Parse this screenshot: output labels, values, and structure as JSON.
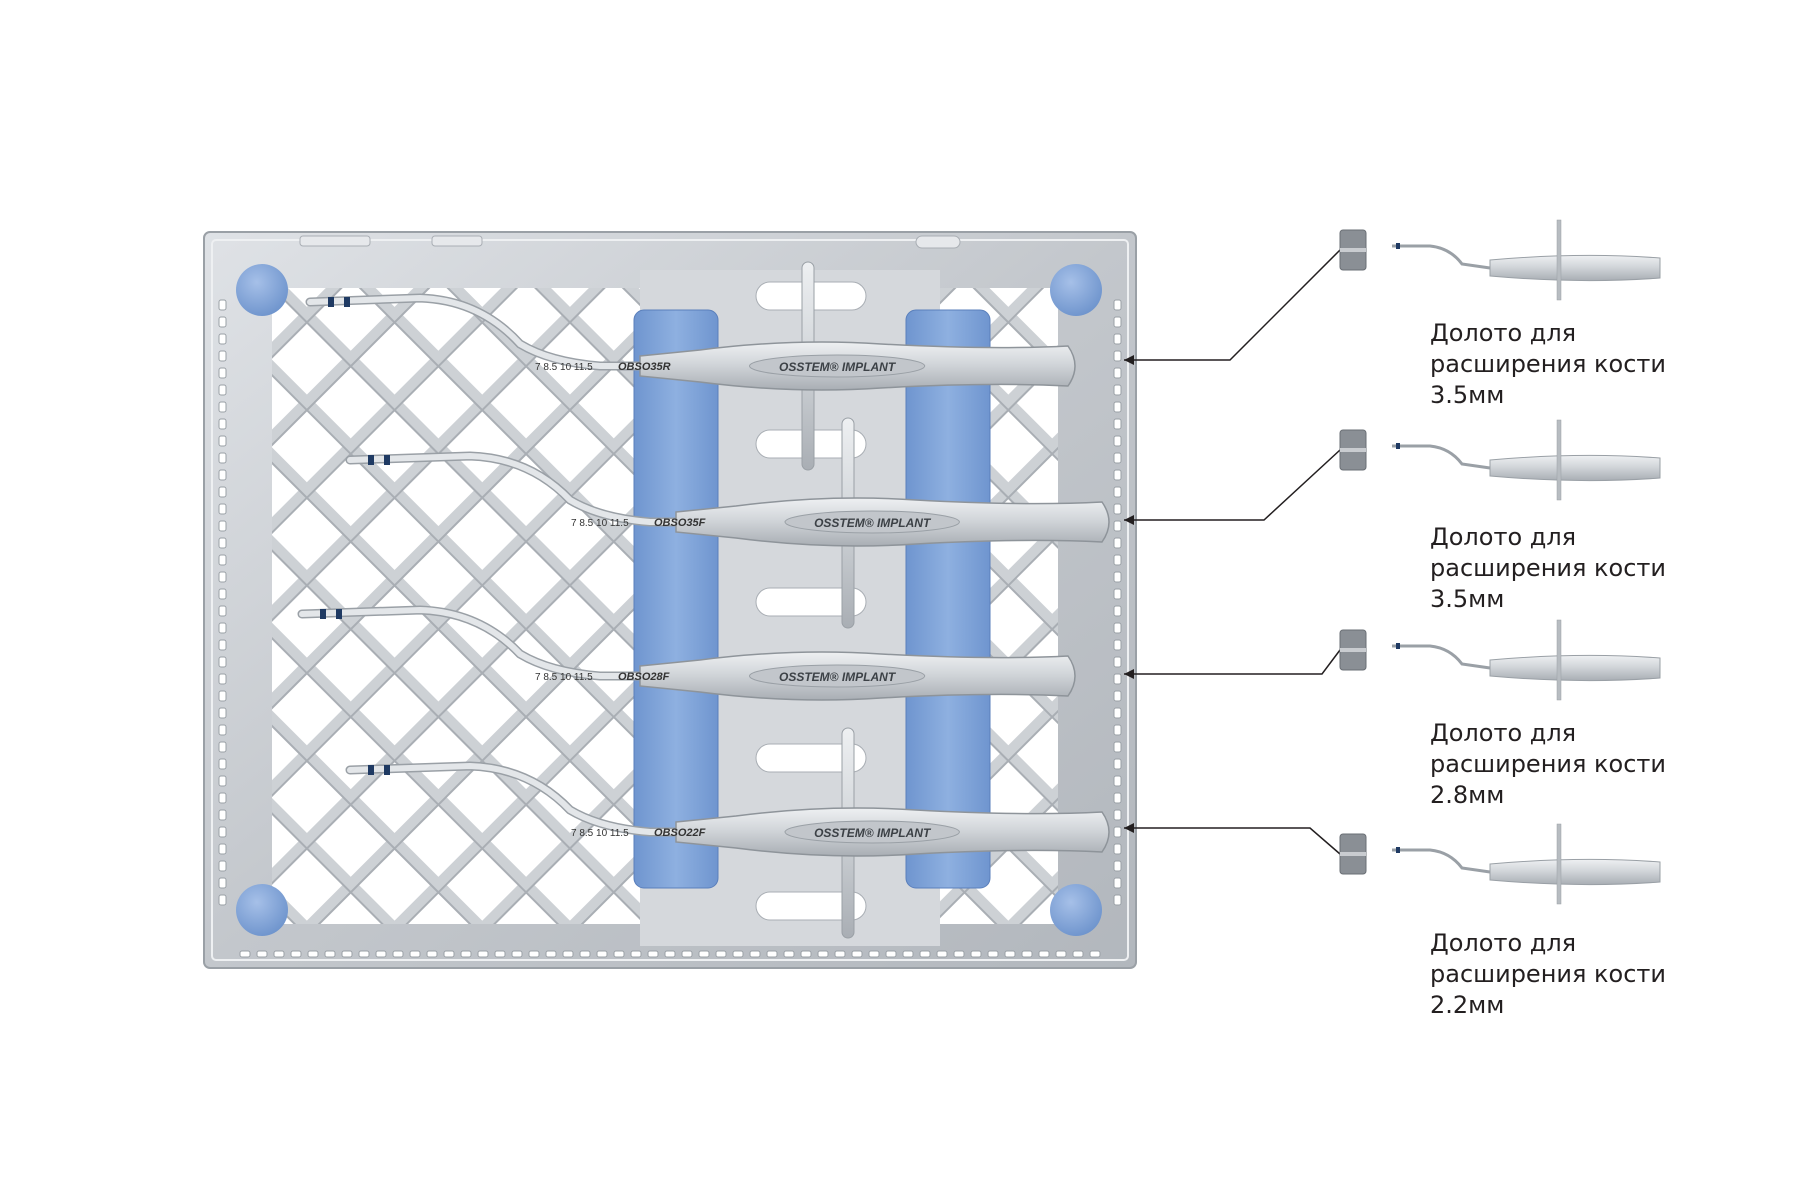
{
  "tray": {
    "brand": "OSSTEM",
    "brand_suffix": "IMPLANT",
    "instruments": [
      {
        "code": "OBSO35R",
        "depth_marks": [
          "7",
          "8.5",
          "10",
          "11.5"
        ]
      },
      {
        "code": "OBSO35F",
        "depth_marks": [
          "7",
          "8.5",
          "10",
          "11.5"
        ]
      },
      {
        "code": "OBSO28F",
        "depth_marks": [
          "7",
          "8.5",
          "10",
          "11.5"
        ]
      },
      {
        "code": "OBSO22F",
        "depth_marks": [
          "7",
          "8.5",
          "10",
          "11.5"
        ]
      }
    ]
  },
  "callouts": [
    {
      "line1": "Долото для",
      "line2": "расширения кости",
      "line3": "3.5мм"
    },
    {
      "line1": "Долото для",
      "line2": "расширения кости",
      "line3": "3.5мм"
    },
    {
      "line1": "Долото для",
      "line2": "расширения кости",
      "line3": "2.8мм"
    },
    {
      "line1": "Долото для",
      "line2": "расширения кости",
      "line3": "2.2мм"
    }
  ],
  "colors": {
    "tray_metal": "#c9ccd0",
    "tray_edge": "#9aa0a6",
    "silicone_blue": "#7fa3d8",
    "instrument_steel": "#d4d7db",
    "depth_band": "#1f3a63",
    "leader_line": "#231f20"
  }
}
